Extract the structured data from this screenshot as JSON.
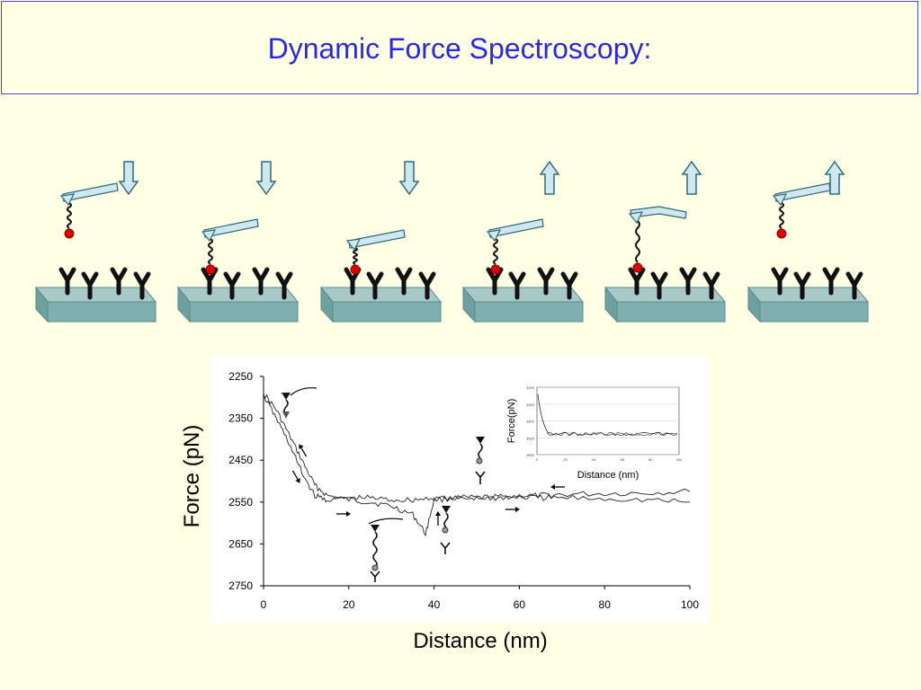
{
  "title": "Dynamic Force Spectroscopy:",
  "colors": {
    "title": "#2a2add",
    "background": "#ffffe5",
    "substrate_top": "#a9c9c9",
    "substrate_front": "#7fb0b0",
    "arrow_fill": "#cfe7ef",
    "bead": "#e00000"
  },
  "steps": [
    {
      "arrow": "down",
      "state": "approach"
    },
    {
      "arrow": "down",
      "state": "contact"
    },
    {
      "arrow": "down",
      "state": "press"
    },
    {
      "arrow": "up",
      "state": "retract"
    },
    {
      "arrow": "up",
      "state": "stretch"
    },
    {
      "arrow": "up",
      "state": "released"
    }
  ],
  "chart_data": {
    "type": "line",
    "xlabel": "Distance (nm)",
    "ylabel": "Force (pN)",
    "xlim": [
      0,
      100
    ],
    "ylim": [
      2250,
      2750
    ],
    "y_inverted": true,
    "x_ticks": [
      "0",
      "20",
      "40",
      "60",
      "80",
      "100"
    ],
    "y_ticks": [
      "2250",
      "2350",
      "2450",
      "2550",
      "2650",
      "2750"
    ],
    "series": [
      {
        "values_x": [
          0,
          3,
          6,
          9,
          12,
          15,
          20,
          25,
          30,
          35,
          38,
          40,
          45,
          50,
          55,
          60,
          65,
          70,
          80,
          90,
          100
        ],
        "values_y": [
          2290,
          2330,
          2390,
          2450,
          2510,
          2535,
          2545,
          2550,
          2560,
          2580,
          2625,
          2545,
          2540,
          2540,
          2538,
          2535,
          2535,
          2532,
          2530,
          2528,
          2525
        ]
      },
      {
        "values_x": [
          0,
          3,
          6,
          9,
          12,
          15,
          20,
          25,
          30,
          35,
          40,
          45,
          50,
          55,
          60,
          65,
          70,
          80,
          90,
          100
        ],
        "values_y": [
          2295,
          2350,
          2410,
          2480,
          2535,
          2545,
          2540,
          2540,
          2545,
          2545,
          2540,
          2542,
          2540,
          2540,
          2538,
          2540,
          2540,
          2542,
          2545,
          2550
        ]
      }
    ],
    "inset": {
      "xlabel": "Distance (nm)",
      "ylabel": "Force(pN)",
      "x_ticks": [
        "0",
        "20",
        "40",
        "60",
        "80",
        "100"
      ],
      "y_ticks": [
        "3200",
        "3300",
        "3400",
        "3500",
        "3600"
      ]
    }
  }
}
